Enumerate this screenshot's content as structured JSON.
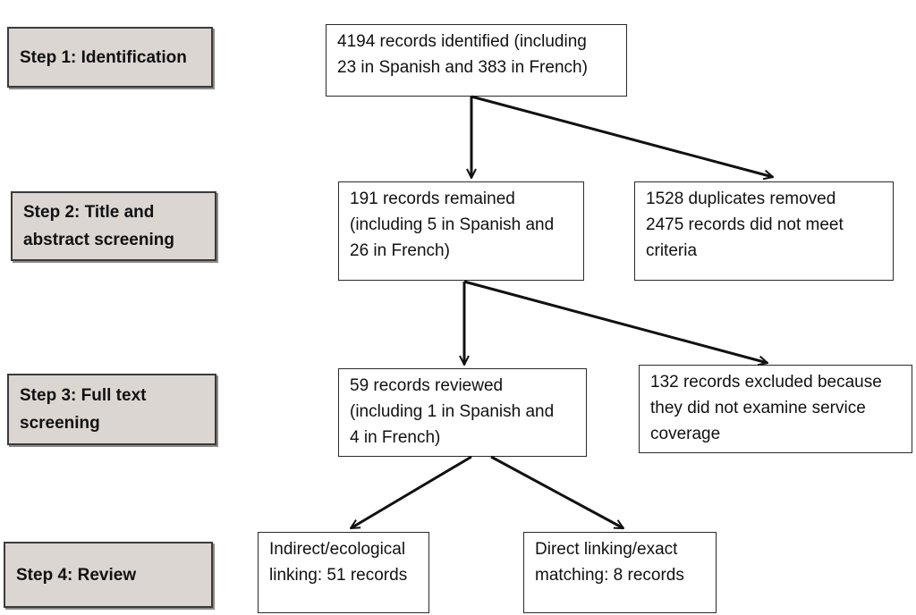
{
  "steps": [
    {
      "lines": [
        "Step 1: Identification"
      ]
    },
    {
      "lines": [
        "Step 2: Title and",
        "abstract screening"
      ]
    },
    {
      "lines": [
        "Step 3: Full text",
        "screening"
      ]
    },
    {
      "lines": [
        "Step 4: Review"
      ]
    }
  ],
  "boxes": {
    "identified": {
      "lines": [
        "4194 records identified (including",
        "23 in Spanish and 383 in French)"
      ]
    },
    "remained": {
      "lines": [
        "191 records remained",
        "(including 5 in Spanish and",
        "26 in French)"
      ]
    },
    "removed": {
      "lines": [
        "1528 duplicates removed",
        "2475 records did not meet",
        "criteria"
      ]
    },
    "reviewed": {
      "lines": [
        "59 records reviewed",
        "(including 1 in Spanish and",
        "4 in French)"
      ]
    },
    "excluded": {
      "lines": [
        "132 records excluded because",
        "they did not examine service",
        "coverage"
      ]
    },
    "indirect": {
      "lines": [
        "Indirect/ecological",
        "linking: 51 records"
      ]
    },
    "direct": {
      "lines": [
        "Direct linking/exact",
        "matching: 8 records"
      ]
    }
  }
}
